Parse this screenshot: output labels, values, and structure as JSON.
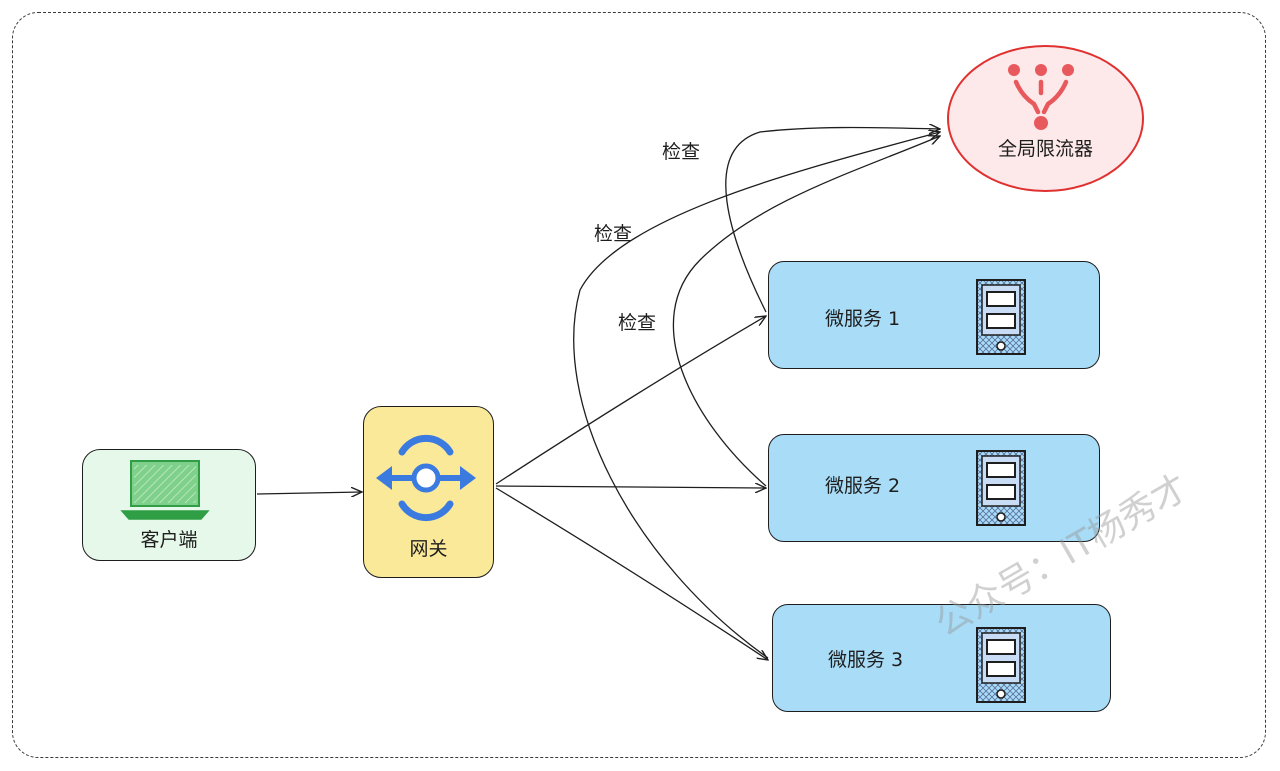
{
  "nodes": {
    "client": "客户端",
    "gateway": "网关",
    "limiter": "全局限流器",
    "svc1": "微服务 1",
    "svc2": "微服务 2",
    "svc3": "微服务 3"
  },
  "edges": {
    "check1": "检查",
    "check2": "检查",
    "check3": "检查"
  },
  "watermark": "公众号：IT杨秀才",
  "colors": {
    "client_fill": "#e6f8e9",
    "gateway_fill": "#fbe99a",
    "service_fill": "#a8dcf7",
    "limiter_fill": "#fde9ea",
    "limiter_stroke": "#e03131",
    "icon_blue": "#3b7be0"
  },
  "icons": {
    "client": "laptop-icon",
    "gateway": "gateway-arrows-icon",
    "limiter": "rate-limiter-icon",
    "service": "server-icon"
  }
}
